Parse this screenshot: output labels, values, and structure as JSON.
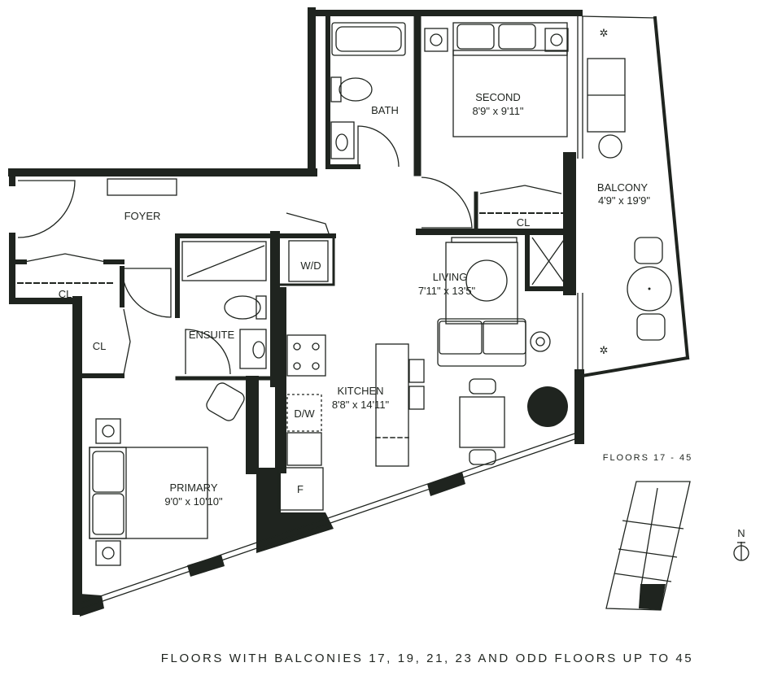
{
  "rooms": {
    "foyer": "FOYER",
    "cl_foyer": "CL",
    "cl_left": "CL",
    "wd": "W/D",
    "ensuite": "ENSUITE",
    "bath": "BATH",
    "second": {
      "name": "SECOND",
      "size": "8'9\" x 9'11\""
    },
    "cl_second": "CL",
    "living": {
      "name": "LIVING",
      "size": "7'11\" x 13'5\""
    },
    "balcony": {
      "name": "BALCONY",
      "size": "4'9\" x 19'9\""
    },
    "kitchen": {
      "name": "KITCHEN",
      "size": "8'8\" x 14'11\""
    },
    "dw": "D/W",
    "fridge": "F",
    "primary": {
      "name": "PRIMARY",
      "size": "9'0\" x 10'10\""
    }
  },
  "keyplan": {
    "title": "FLOORS 17 - 45",
    "north": "N"
  },
  "footer": "FLOORS WITH BALCONIES 17, 19, 21, 23 AND ODD FLOORS UP TO 45",
  "colors": {
    "wall": "#1f241f",
    "background": "#ffffff"
  }
}
